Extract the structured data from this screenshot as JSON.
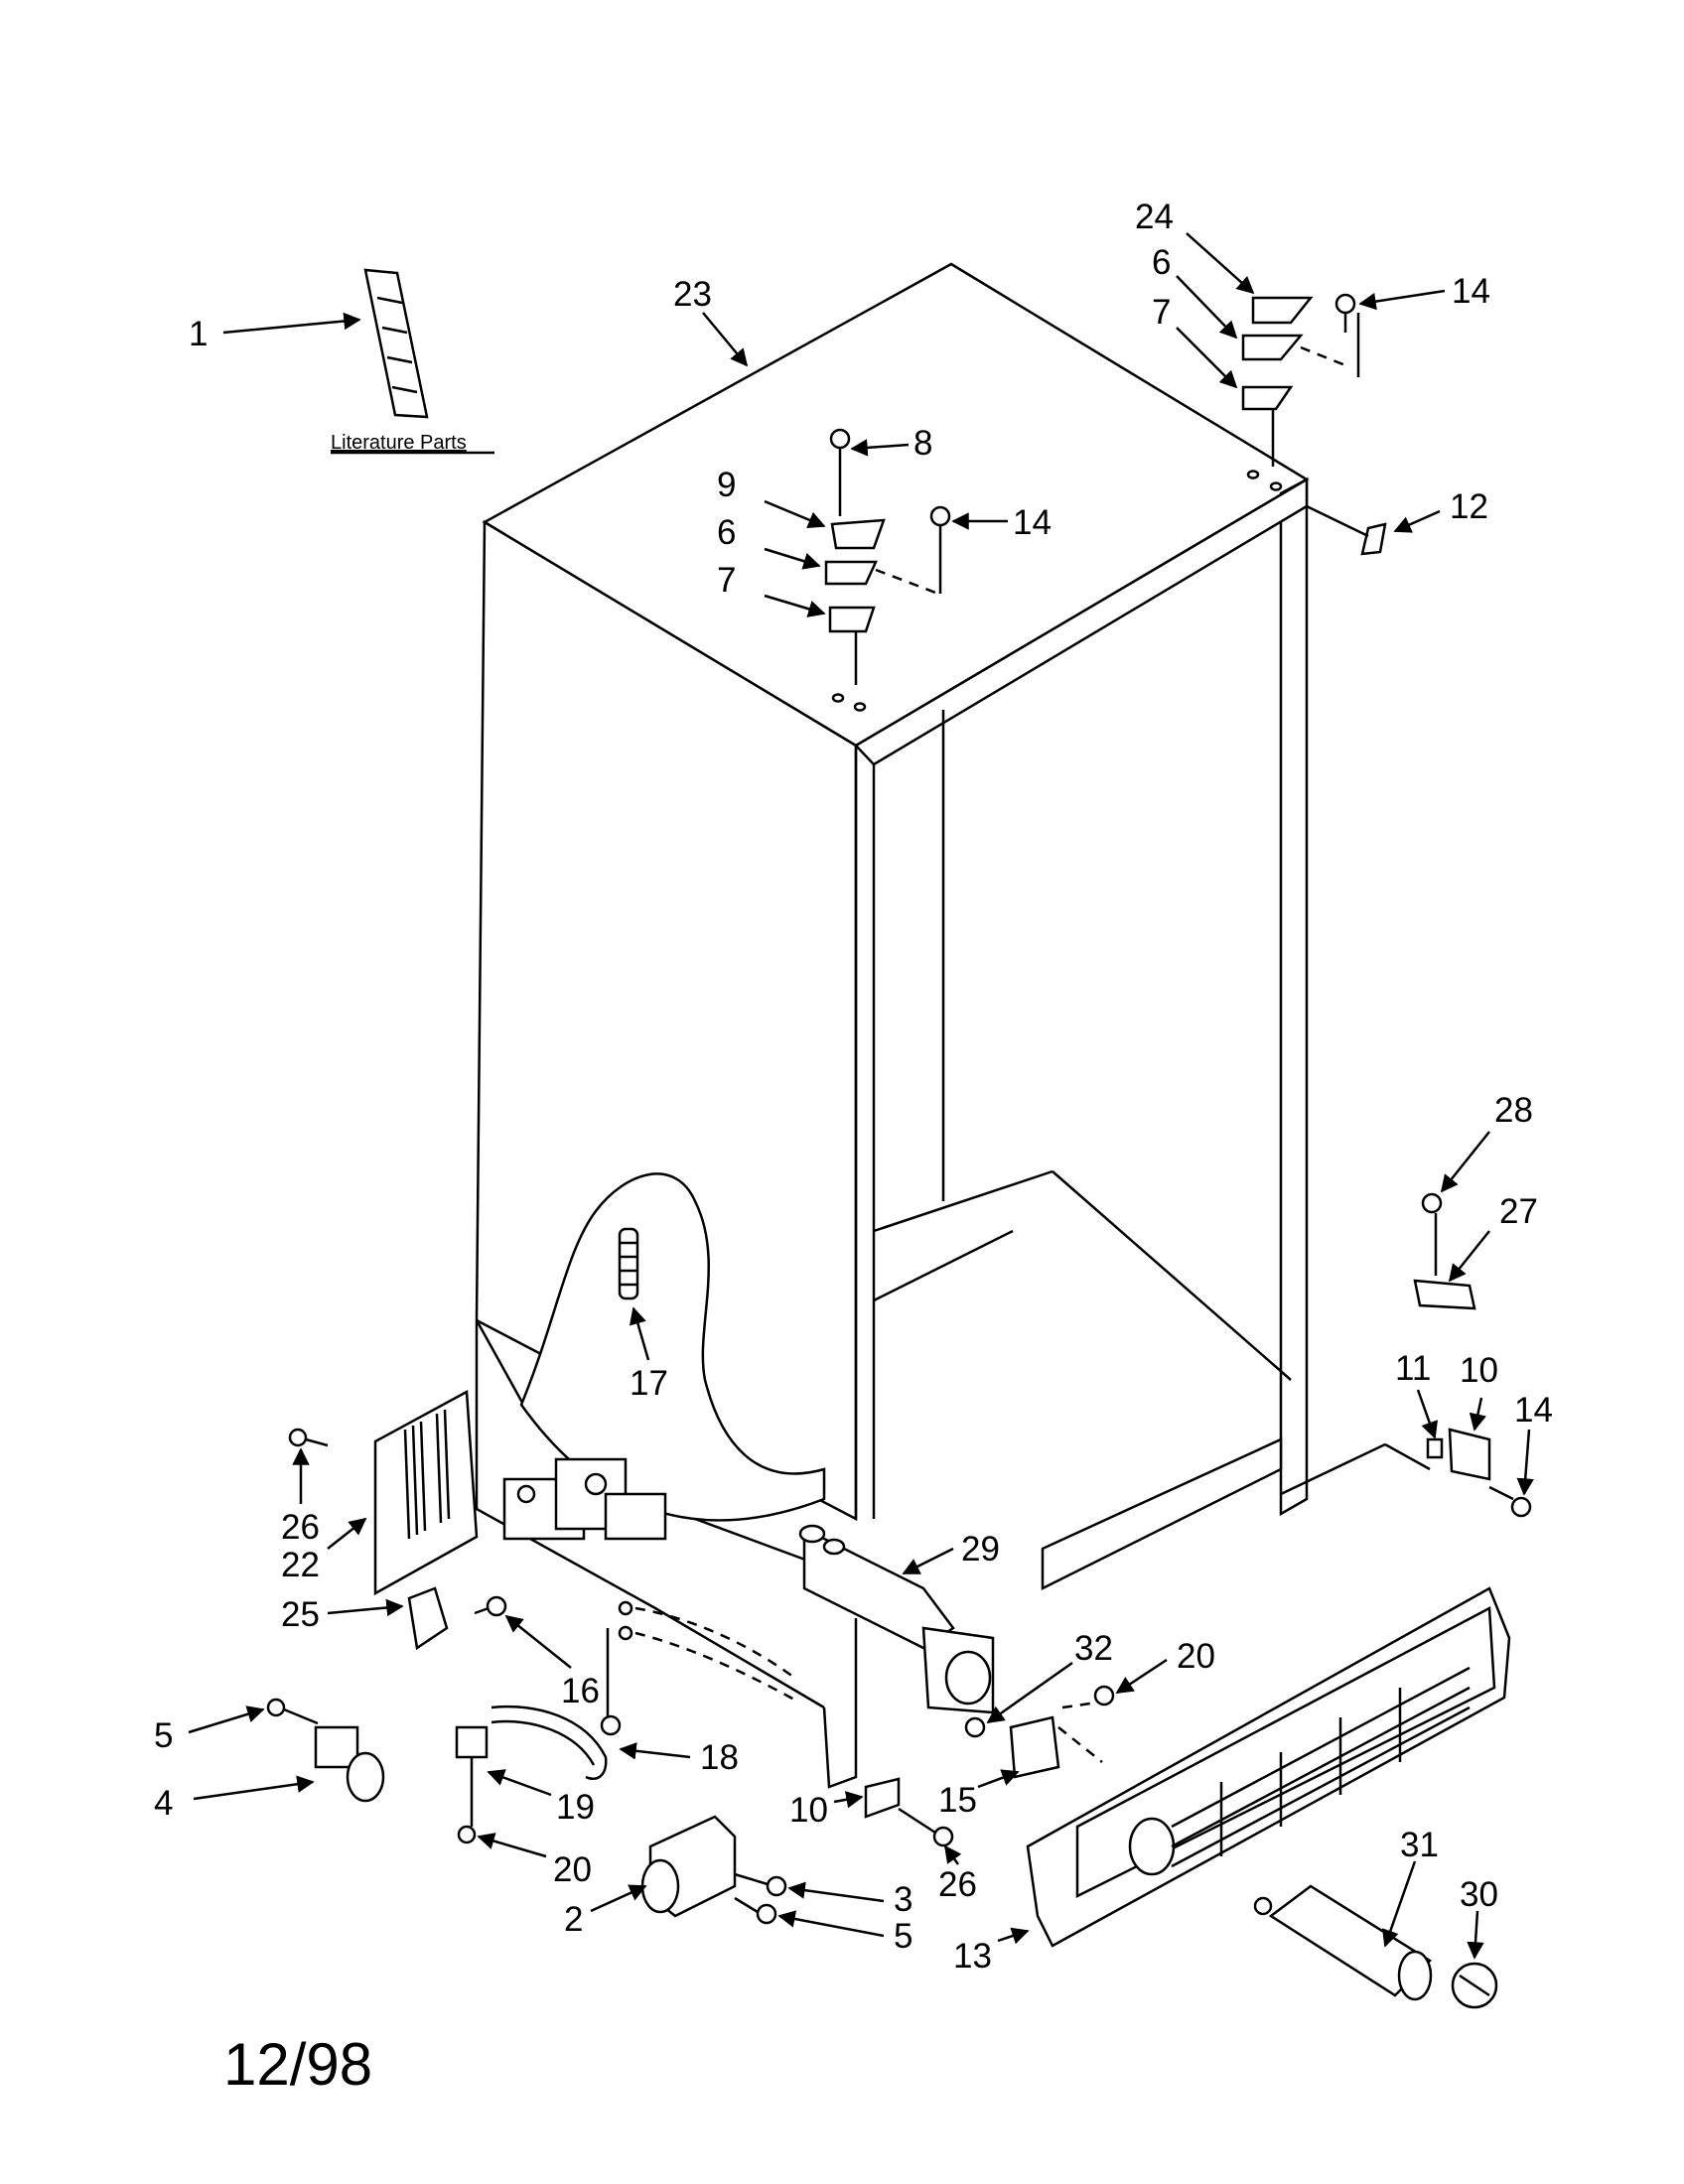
{
  "literature_label": "Literature Parts",
  "date_code": "12/98",
  "callouts": {
    "c1": "1",
    "c23": "23",
    "c24": "24",
    "c6a": "6",
    "c7a": "7",
    "c14a": "14",
    "c8": "8",
    "c9": "9",
    "c6b": "6",
    "c7b": "7",
    "c14b": "14",
    "c12": "12",
    "c28": "28",
    "c27": "27",
    "c11": "11",
    "c10a": "10",
    "c14c": "14",
    "c17": "17",
    "c26a": "26",
    "c22": "22",
    "c25": "25",
    "c16": "16",
    "c29": "29",
    "c32": "32",
    "c20a": "20",
    "c5a": "5",
    "c4": "4",
    "c18": "18",
    "c19": "19",
    "c20b": "20",
    "c10b": "10",
    "c15": "15",
    "c26b": "26",
    "c2": "2",
    "c3": "3",
    "c5b": "5",
    "c13": "13",
    "c31": "31",
    "c30": "30"
  }
}
